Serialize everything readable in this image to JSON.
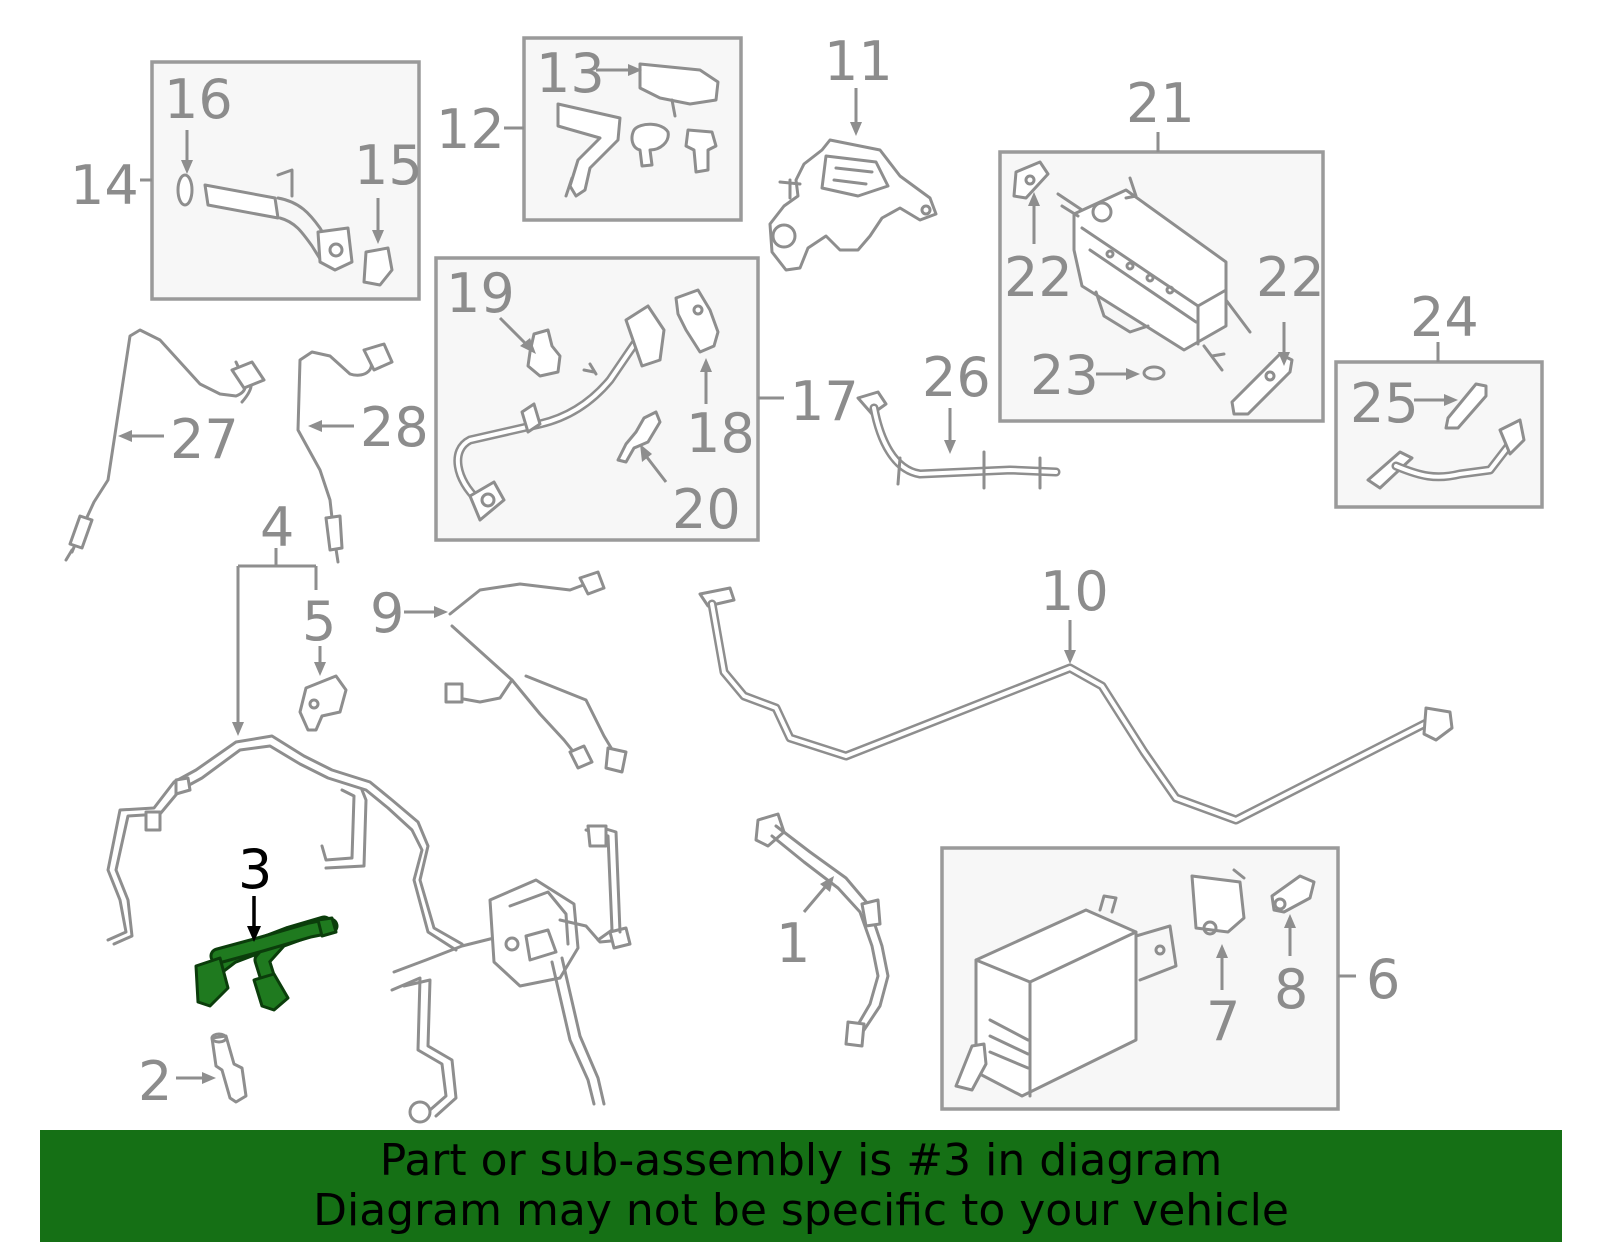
{
  "callouts": {
    "c1": "1",
    "c2": "2",
    "c3": "3",
    "c4": "4",
    "c5": "5",
    "c6": "6",
    "c7": "7",
    "c8": "8",
    "c9": "9",
    "c10": "10",
    "c11": "11",
    "c12": "12",
    "c13": "13",
    "c14": "14",
    "c15": "15",
    "c16": "16",
    "c17": "17",
    "c18": "18",
    "c19": "19",
    "c20": "20",
    "c21": "21",
    "c22a": "22",
    "c22b": "22",
    "c23": "23",
    "c24": "24",
    "c25": "25",
    "c26": "26",
    "c27": "27",
    "c28": "28"
  },
  "highlight": {
    "part_number": "3",
    "color": "#1f7a1f"
  },
  "banner": {
    "line1": "Part or sub-assembly is #3 in diagram",
    "line2": "Diagram may not be specific to your vehicle",
    "background": "#157015"
  }
}
